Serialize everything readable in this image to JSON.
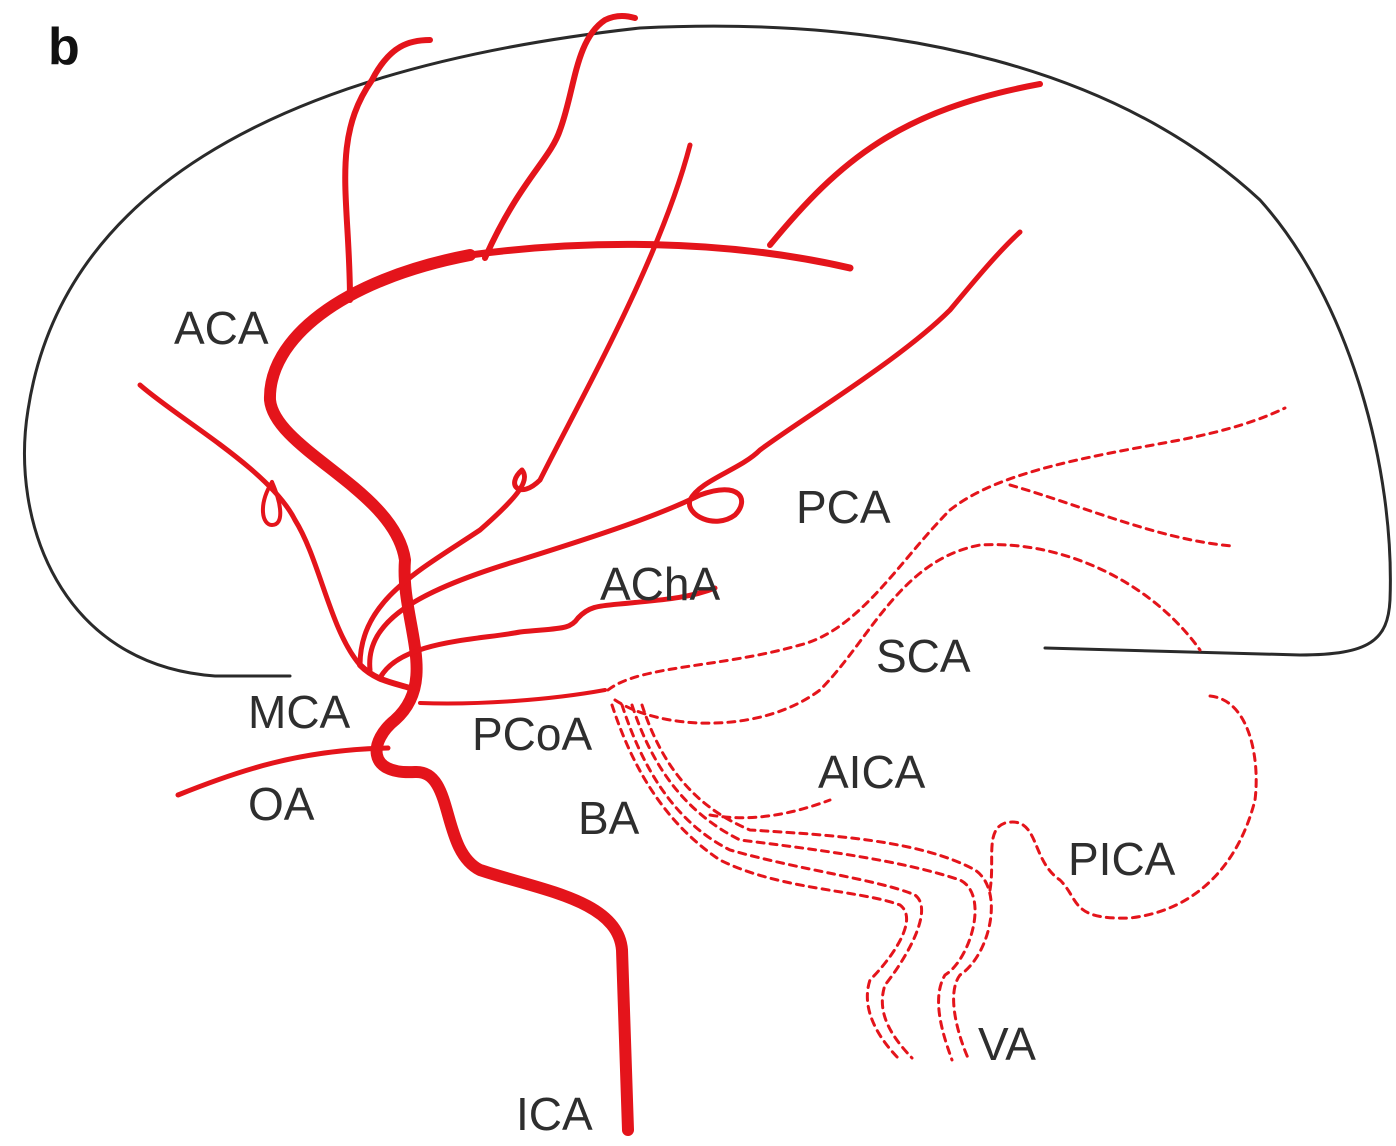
{
  "panel_letter": "b",
  "labels": {
    "aca": "ACA",
    "pca": "PCA",
    "acha": "AChA",
    "sca": "SCA",
    "mca": "MCA",
    "pcoa": "PCoA",
    "aica": "AICA",
    "oa": "OA",
    "ba": "BA",
    "pica": "PICA",
    "va": "VA",
    "ica": "ICA"
  },
  "colors": {
    "anterior_vessels": "#e4141b",
    "posterior_dashed_vessels": "#e4141b",
    "brain_outline": "#2a2a2a",
    "label_text": "#2e2e2e"
  }
}
